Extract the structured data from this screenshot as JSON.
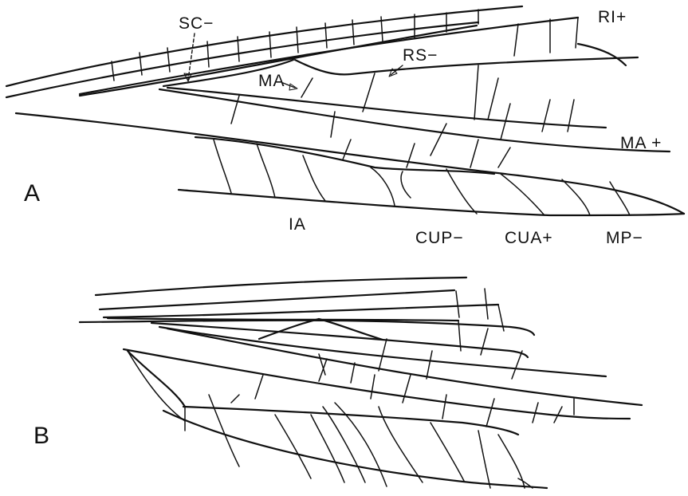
{
  "figure": {
    "panels": [
      {
        "id": "A",
        "letter": "A",
        "labels": {
          "sc": "SC−",
          "r1": "RI+",
          "rs": "RS−",
          "ma_inner": "MA",
          "ma_outer": "MA +",
          "ia": "IA",
          "cup": "CUP−",
          "cua": "CUA+",
          "mp": "MP−"
        }
      },
      {
        "id": "B",
        "letter": "B"
      }
    ]
  }
}
